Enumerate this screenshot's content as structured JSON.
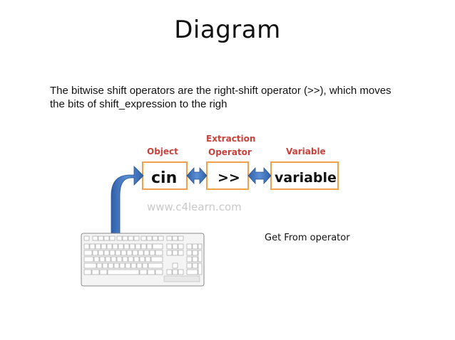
{
  "slide": {
    "title": "Diagram",
    "body": "The bitwise shift operators are the right-shift operator (>>), which moves the bits of shift_expression to the righ",
    "caption": "Get From operator"
  },
  "diagram": {
    "labels": {
      "object": "Object",
      "extraction_line1": "Extraction",
      "extraction_line2": "Operator",
      "variable": "Variable"
    },
    "boxes": {
      "cin": "cin",
      "operator": ">>",
      "variable": "variable"
    },
    "watermark": "www.c4learn.com",
    "icons": [
      "keyboard-icon",
      "double-arrow-icon",
      "curved-arrow-icon"
    ],
    "colors": {
      "label_red": "#c8413a",
      "box_border": "#f0a24a",
      "arrow_blue": "#3b6fb6"
    }
  }
}
